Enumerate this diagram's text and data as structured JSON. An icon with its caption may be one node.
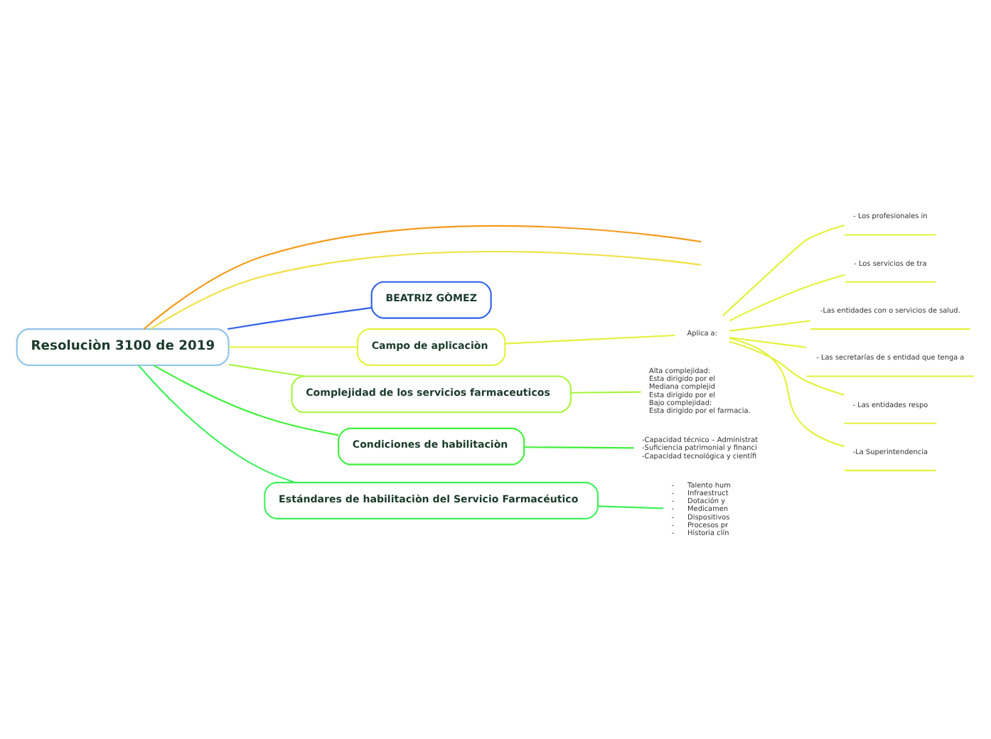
{
  "diagram": {
    "nodes": [
      {
        "text": [
          "Resoluciòn 3100 de 2019"
        ]
      },
      {
        "text": [
          "BEATRIZ GÒMEZ"
        ]
      },
      {
        "text": [
          "Campo de aplicaciòn"
        ]
      },
      {
        "text": [
          "Complejidad de los servicios farmaceuticos"
        ]
      },
      {
        "text": [
          "Condiciones de habilitaciòn"
        ]
      },
      {
        "text": [
          "Estándares de habilitaciòn del Servicio Farmacéutico"
        ]
      },
      {
        "text": [
          "Aplica a:"
        ]
      },
      {
        "text": [
          "- Los profesionales in"
        ]
      },
      {
        "text": [
          "- Los servicios de tra"
        ]
      },
      {
        "text": [
          "-Las entidades con o servicios de salud."
        ]
      },
      {
        "text": [
          "- Las secretarías de s entidad que tenga a"
        ]
      },
      {
        "text": [
          "- Las entidades respo"
        ]
      },
      {
        "text": [
          "-La Superintendencia"
        ]
      },
      {
        "text": [
          "Alta complejidad:",
          "Esta dirigido por el",
          "Mediana complejid",
          "Esta dirigido por el",
          "Bajo complejidad:",
          "Esta dirigido por el farmacia."
        ]
      },
      {
        "text": [
          "-Capacidad técnico – Administrat",
          "-Suficiencia patrimonial y financi",
          "-Capacidad tecnológica y científi"
        ]
      },
      {
        "text": [
          "-      Talento hum",
          "-      Infraestruct",
          "-      Dotación y",
          "-      Medicamen",
          "-      Dispositivos",
          "-      Procesos pr",
          "-      Historia clín"
        ]
      }
    ],
    "edges": [
      {
        "from": 0,
        "to": null,
        "arrow": "none",
        "color": "#f59a1a"
      },
      {
        "from": 0,
        "to": null,
        "arrow": "none",
        "color": "#f0e040"
      },
      {
        "from": 0,
        "to": 1,
        "arrow": "none",
        "color": "#2f5fe8"
      },
      {
        "from": 0,
        "to": 2,
        "arrow": "none",
        "color": "#e3f23a"
      },
      {
        "from": 0,
        "to": 3,
        "arrow": "none",
        "color": "#a6f53a"
      },
      {
        "from": 0,
        "to": 4,
        "arrow": "none",
        "color": "#3ef03a"
      },
      {
        "from": 0,
        "to": 5,
        "arrow": "none",
        "color": "#3ef05a"
      },
      {
        "from": 2,
        "to": 6,
        "arrow": "none",
        "color": "#e3f23a"
      },
      {
        "from": 6,
        "to": 7,
        "arrow": "none",
        "color": "#e3f23a"
      },
      {
        "from": 6,
        "to": 8,
        "arrow": "none",
        "color": "#e3f23a"
      },
      {
        "from": 6,
        "to": 9,
        "arrow": "none",
        "color": "#e3f23a"
      },
      {
        "from": 6,
        "to": 10,
        "arrow": "none",
        "color": "#e3f23a"
      },
      {
        "from": 6,
        "to": 11,
        "arrow": "none",
        "color": "#e3f23a"
      },
      {
        "from": 6,
        "to": 12,
        "arrow": "none",
        "color": "#e3f23a"
      },
      {
        "from": 3,
        "to": 13,
        "arrow": "none",
        "color": "#a6f53a"
      },
      {
        "from": 4,
        "to": 14,
        "arrow": "none",
        "color": "#3ef03a"
      },
      {
        "from": 5,
        "to": 15,
        "arrow": "none",
        "color": "#3ef05a"
      }
    ]
  }
}
